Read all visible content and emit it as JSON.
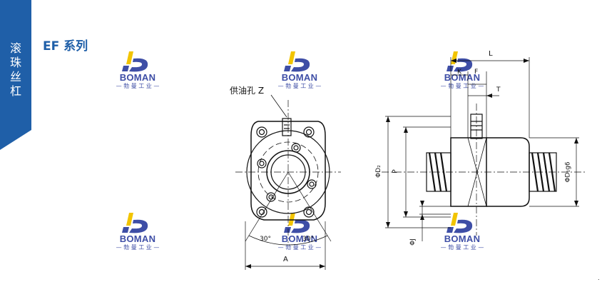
{
  "sidebar": {
    "title_chars": [
      "滚",
      "珠",
      "丝",
      "杠"
    ],
    "color": "#1f5fa8"
  },
  "header": {
    "series_title": "EF 系列"
  },
  "logo": {
    "brand": "BOMAN",
    "subtitle": "— 勃 曼 工 业 —",
    "icon": "boman-b-logo-icon",
    "colors": {
      "yellow": "#f2c400",
      "blue": "#3e4ea6"
    }
  },
  "drawing": {
    "oil_hole_label": "供油孔 Z",
    "angle_left": "30°",
    "angle_right": "30°",
    "dim_A": "A",
    "dim_L": "L",
    "dim_K": "K",
    "dim_F": "F",
    "dim_T": "T",
    "dim_P": "P",
    "dim_D2": "ΦD₂",
    "dim_D1": "ΦD₁g6",
    "dim_J": "ΦJ"
  }
}
